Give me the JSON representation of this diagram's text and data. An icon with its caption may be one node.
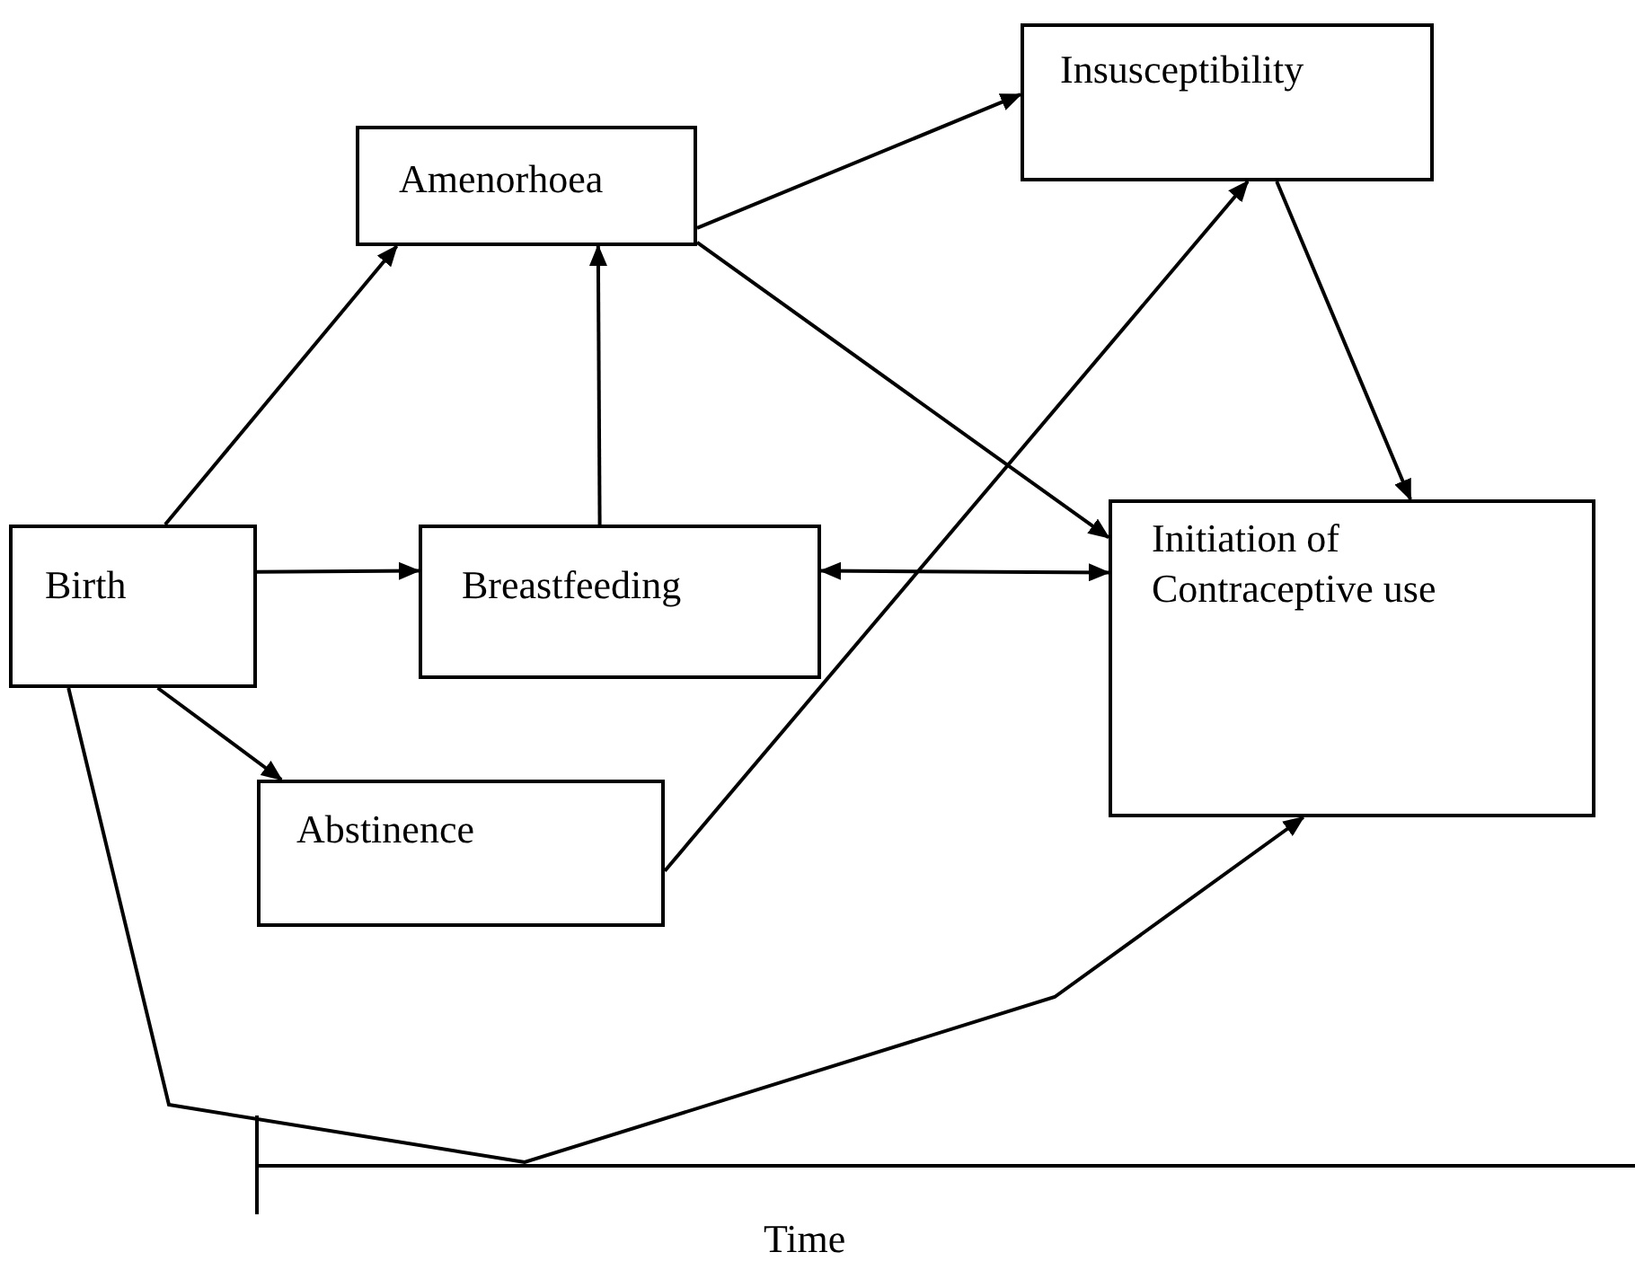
{
  "diagram": {
    "nodes": [
      {
        "text": [
          "Birth"
        ]
      },
      {
        "text": [
          "Amenorhoea"
        ]
      },
      {
        "text": [
          "Breastfeeding"
        ]
      },
      {
        "text": [
          "Abstinence"
        ]
      },
      {
        "text": [
          "Insusceptibility"
        ]
      },
      {
        "text": [
          "Initiation of Contraceptive use"
        ]
      }
    ],
    "edges": [
      {
        "from": 0,
        "to": 1,
        "arrow": "to"
      },
      {
        "from": 0,
        "to": 2,
        "arrow": "to"
      },
      {
        "from": 0,
        "to": 3,
        "arrow": "to"
      },
      {
        "from": 2,
        "to": 1,
        "arrow": "to"
      },
      {
        "from": 1,
        "to": 4,
        "arrow": "to"
      },
      {
        "from": 1,
        "to": 5,
        "arrow": "to"
      },
      {
        "from": 4,
        "to": 5,
        "arrow": "to"
      },
      {
        "from": 2,
        "to": 5,
        "arrow": "both"
      },
      {
        "from": 3,
        "to": 4,
        "arrow": "to"
      },
      {
        "from": 0,
        "to": 5,
        "arrow": "to"
      }
    ],
    "labels": [
      "Time"
    ]
  }
}
